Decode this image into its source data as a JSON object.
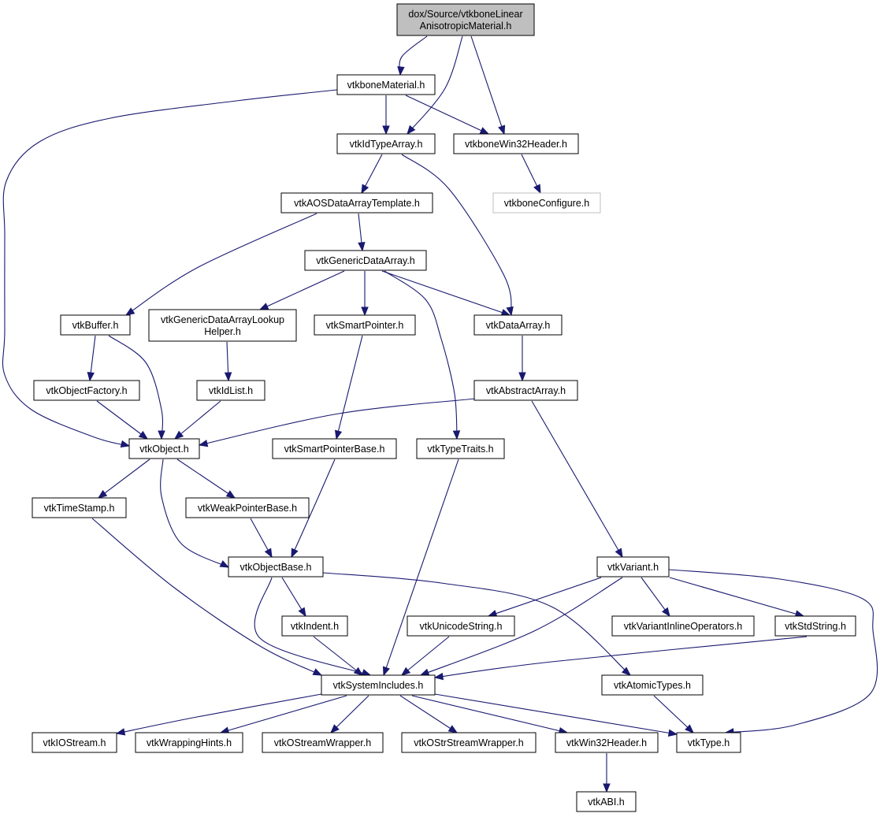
{
  "colors": {
    "edge": "#191970",
    "root_fill": "#bfbfbf",
    "external_border": "#bfbfbf",
    "node_border": "#000000"
  },
  "nodes": [
    {
      "id": "root",
      "lines": [
        "dox/Source/vtkboneLinear",
        "AnisotropicMaterial.h"
      ],
      "style": "root"
    },
    {
      "id": "material",
      "lines": [
        "vtkboneMaterial.h"
      ],
      "style": "normal"
    },
    {
      "id": "idtypearray",
      "lines": [
        "vtkIdTypeArray.h"
      ],
      "style": "normal"
    },
    {
      "id": "win32bone",
      "lines": [
        "vtkboneWin32Header.h"
      ],
      "style": "normal"
    },
    {
      "id": "boneconfigure",
      "lines": [
        "vtkboneConfigure.h"
      ],
      "style": "external"
    },
    {
      "id": "aos",
      "lines": [
        "vtkAOSDataArrayTemplate.h"
      ],
      "style": "normal"
    },
    {
      "id": "generic",
      "lines": [
        "vtkGenericDataArray.h"
      ],
      "style": "normal"
    },
    {
      "id": "buffer",
      "lines": [
        "vtkBuffer.h"
      ],
      "style": "normal"
    },
    {
      "id": "lookup",
      "lines": [
        "vtkGenericDataArrayLookup",
        "Helper.h"
      ],
      "style": "normal"
    },
    {
      "id": "smartptr",
      "lines": [
        "vtkSmartPointer.h"
      ],
      "style": "normal"
    },
    {
      "id": "dataarray",
      "lines": [
        "vtkDataArray.h"
      ],
      "style": "normal"
    },
    {
      "id": "objfactory",
      "lines": [
        "vtkObjectFactory.h"
      ],
      "style": "normal"
    },
    {
      "id": "idlist",
      "lines": [
        "vtkIdList.h"
      ],
      "style": "normal"
    },
    {
      "id": "abstractarray",
      "lines": [
        "vtkAbstractArray.h"
      ],
      "style": "normal"
    },
    {
      "id": "object",
      "lines": [
        "vtkObject.h"
      ],
      "style": "normal"
    },
    {
      "id": "smartptrbase",
      "lines": [
        "vtkSmartPointerBase.h"
      ],
      "style": "normal"
    },
    {
      "id": "typetraits",
      "lines": [
        "vtkTypeTraits.h"
      ],
      "style": "normal"
    },
    {
      "id": "timestamp",
      "lines": [
        "vtkTimeStamp.h"
      ],
      "style": "normal"
    },
    {
      "id": "weakptr",
      "lines": [
        "vtkWeakPointerBase.h"
      ],
      "style": "normal"
    },
    {
      "id": "objectbase",
      "lines": [
        "vtkObjectBase.h"
      ],
      "style": "normal"
    },
    {
      "id": "variant",
      "lines": [
        "vtkVariant.h"
      ],
      "style": "normal"
    },
    {
      "id": "indent",
      "lines": [
        "vtkIndent.h"
      ],
      "style": "normal"
    },
    {
      "id": "unicode",
      "lines": [
        "vtkUnicodeString.h"
      ],
      "style": "normal"
    },
    {
      "id": "variantops",
      "lines": [
        "vtkVariantInlineOperators.h"
      ],
      "style": "normal"
    },
    {
      "id": "stdstring",
      "lines": [
        "vtkStdString.h"
      ],
      "style": "normal"
    },
    {
      "id": "sysincludes",
      "lines": [
        "vtkSystemIncludes.h"
      ],
      "style": "normal"
    },
    {
      "id": "atomic",
      "lines": [
        "vtkAtomicTypes.h"
      ],
      "style": "normal"
    },
    {
      "id": "iostream",
      "lines": [
        "vtkIOStream.h"
      ],
      "style": "normal"
    },
    {
      "id": "wrapping",
      "lines": [
        "vtkWrappingHints.h"
      ],
      "style": "normal"
    },
    {
      "id": "ostream",
      "lines": [
        "vtkOStreamWrapper.h"
      ],
      "style": "normal"
    },
    {
      "id": "ostrstream",
      "lines": [
        "vtkOStrStreamWrapper.h"
      ],
      "style": "normal"
    },
    {
      "id": "win32",
      "lines": [
        "vtkWin32Header.h"
      ],
      "style": "normal"
    },
    {
      "id": "type",
      "lines": [
        "vtkType.h"
      ],
      "style": "normal"
    },
    {
      "id": "abi",
      "lines": [
        "vtkABI.h"
      ],
      "style": "normal"
    }
  ],
  "edges": [
    [
      "root",
      "material"
    ],
    [
      "root",
      "idtypearray"
    ],
    [
      "root",
      "win32bone"
    ],
    [
      "material",
      "idtypearray"
    ],
    [
      "material",
      "win32bone"
    ],
    [
      "material",
      "object"
    ],
    [
      "win32bone",
      "boneconfigure"
    ],
    [
      "idtypearray",
      "aos"
    ],
    [
      "idtypearray",
      "dataarray"
    ],
    [
      "aos",
      "generic"
    ],
    [
      "aos",
      "buffer"
    ],
    [
      "generic",
      "lookup"
    ],
    [
      "generic",
      "smartptr"
    ],
    [
      "generic",
      "dataarray"
    ],
    [
      "generic",
      "typetraits"
    ],
    [
      "buffer",
      "objfactory"
    ],
    [
      "buffer",
      "object"
    ],
    [
      "lookup",
      "idlist"
    ],
    [
      "smartptr",
      "smartptrbase"
    ],
    [
      "dataarray",
      "abstractarray"
    ],
    [
      "objfactory",
      "object"
    ],
    [
      "idlist",
      "object"
    ],
    [
      "abstractarray",
      "object"
    ],
    [
      "abstractarray",
      "variant"
    ],
    [
      "object",
      "timestamp"
    ],
    [
      "object",
      "weakptr"
    ],
    [
      "object",
      "objectbase"
    ],
    [
      "smartptrbase",
      "objectbase"
    ],
    [
      "weakptr",
      "objectbase"
    ],
    [
      "typetraits",
      "sysincludes"
    ],
    [
      "timestamp",
      "sysincludes"
    ],
    [
      "objectbase",
      "indent"
    ],
    [
      "objectbase",
      "sysincludes"
    ],
    [
      "objectbase",
      "atomic"
    ],
    [
      "variant",
      "unicode"
    ],
    [
      "variant",
      "variantops"
    ],
    [
      "variant",
      "stdstring"
    ],
    [
      "variant",
      "sysincludes"
    ],
    [
      "variant",
      "type"
    ],
    [
      "indent",
      "sysincludes"
    ],
    [
      "unicode",
      "sysincludes"
    ],
    [
      "stdstring",
      "sysincludes"
    ],
    [
      "atomic",
      "type"
    ],
    [
      "sysincludes",
      "iostream"
    ],
    [
      "sysincludes",
      "wrapping"
    ],
    [
      "sysincludes",
      "ostream"
    ],
    [
      "sysincludes",
      "ostrstream"
    ],
    [
      "sysincludes",
      "win32"
    ],
    [
      "sysincludes",
      "type"
    ],
    [
      "win32",
      "abi"
    ]
  ]
}
